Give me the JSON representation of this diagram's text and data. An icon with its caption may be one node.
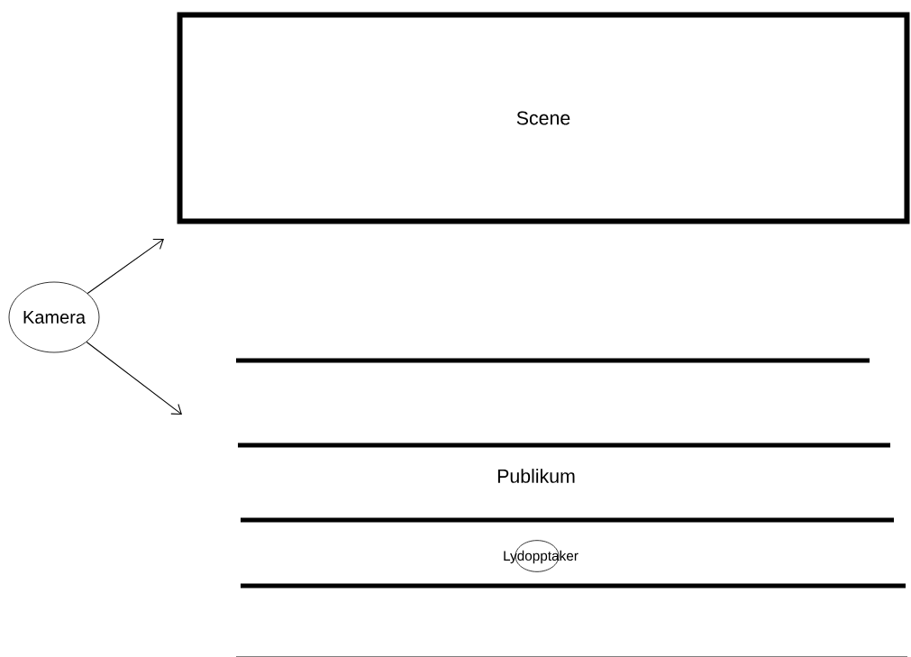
{
  "diagram": {
    "nodes": [
      {
        "text": [
          "Scene"
        ]
      },
      {
        "text": [
          "Kamera"
        ]
      }
    ],
    "edges": [
      {
        "from": 1,
        "to": null,
        "arrow": "to"
      },
      {
        "from": 1,
        "to": null,
        "arrow": "to"
      }
    ],
    "labels": [
      "Publikum",
      "Lydopptaker"
    ]
  }
}
